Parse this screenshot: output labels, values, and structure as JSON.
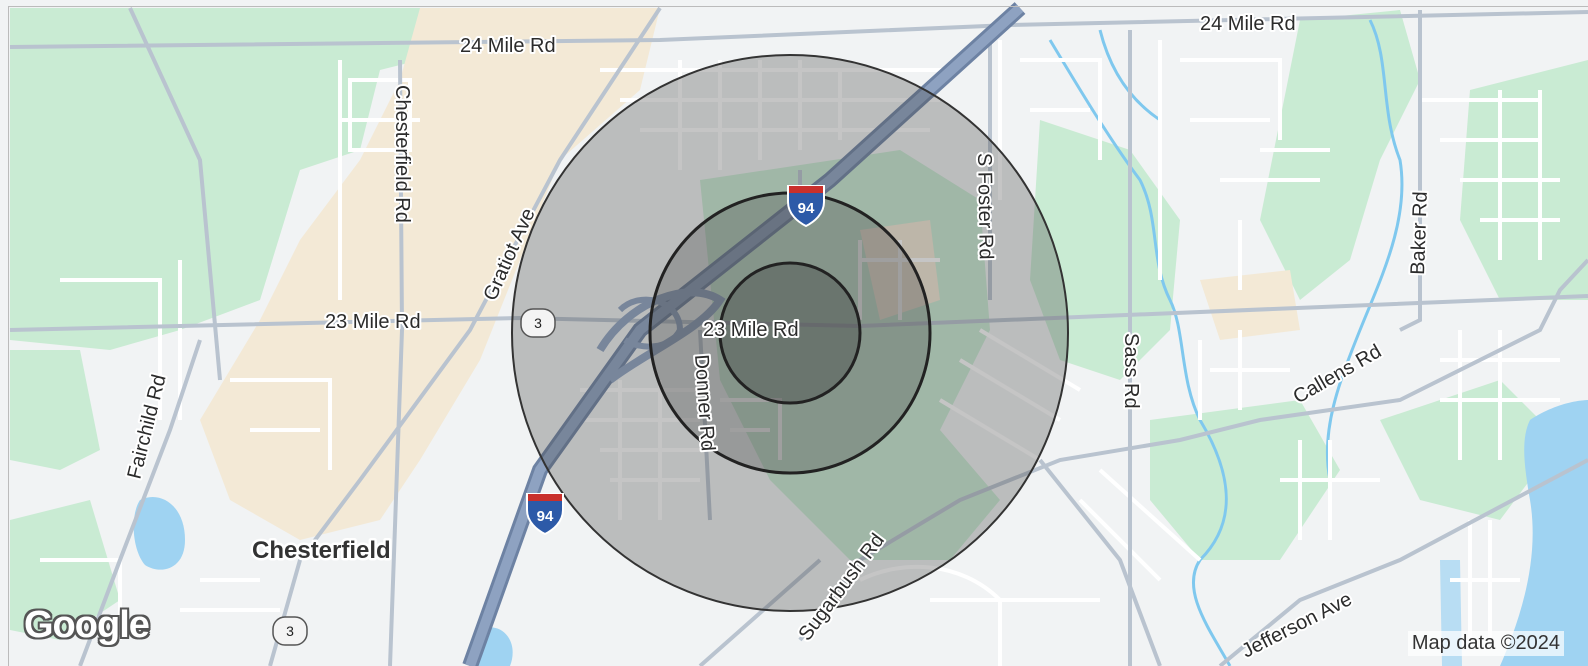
{
  "map": {
    "roads": {
      "mile24_left": "24 Mile Rd",
      "mile24_right": "24 Mile Rd",
      "mile23_left": "23 Mile Rd",
      "mile23_center": "23 Mile Rd",
      "chesterfield_rd": "Chesterfield Rd",
      "gratiot": "Gratiot Ave",
      "fairchild": "Fairchild Rd",
      "donner": "Donner Rd",
      "s_foster": "S Foster Rd",
      "sass": "Sass Rd",
      "baker": "Baker Rd",
      "callens": "Callens Rd",
      "sugarbush": "Sugarbush Rd",
      "jefferson": "Jefferson Ave"
    },
    "place": "Chesterfield",
    "shields": {
      "interstate_top": "94",
      "interstate_bottom": "94",
      "state_route_top": "3",
      "state_route_bottom": "3"
    },
    "radius_rings": [
      {
        "ring": "inner"
      },
      {
        "ring": "middle"
      },
      {
        "ring": "outer"
      }
    ],
    "colors": {
      "land": "#f1f3f4",
      "park": "#c8ecd3",
      "commercial": "#f3e9d6",
      "water": "#9fd3f2",
      "interstate": "#8498b6",
      "ring_fill": "#4a4a4a",
      "ring_stroke": "#333333"
    }
  },
  "branding": {
    "logo": "Google",
    "attribution": "Map data ©2024"
  }
}
